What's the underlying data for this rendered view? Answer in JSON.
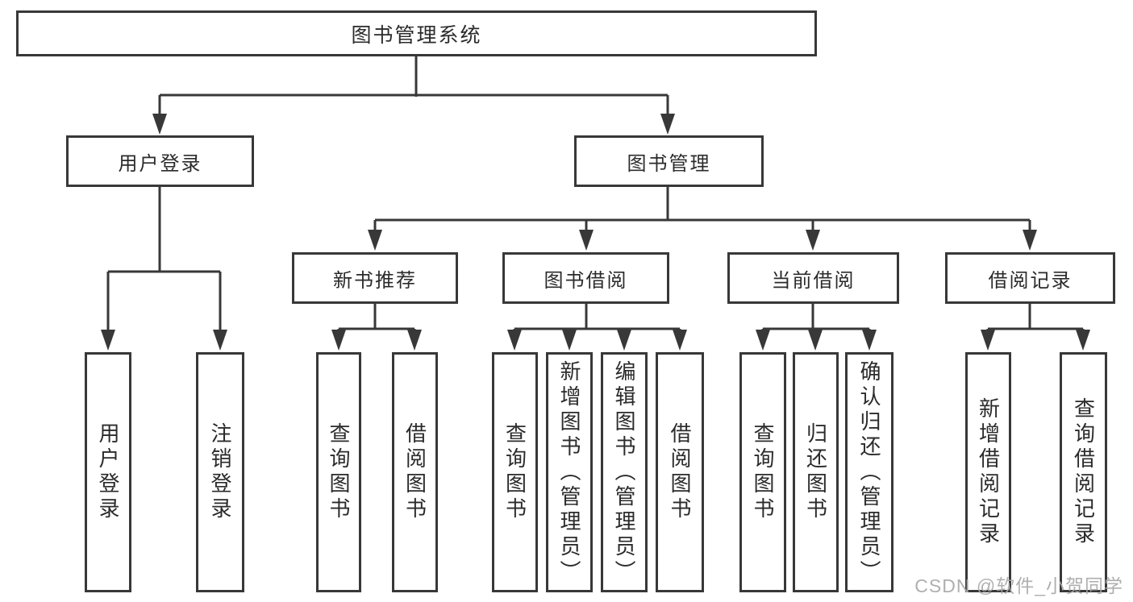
{
  "diagram_title": "图书管理系统",
  "tree": {
    "root": {
      "label": "图书管理系统"
    },
    "level2": [
      {
        "label": "用户登录"
      },
      {
        "label": "图书管理"
      }
    ],
    "level3": [
      {
        "label": "新书推荐",
        "parent": "图书管理"
      },
      {
        "label": "图书借阅",
        "parent": "图书管理"
      },
      {
        "label": "当前借阅",
        "parent": "图书管理"
      },
      {
        "label": "借阅记录",
        "parent": "图书管理"
      }
    ],
    "leaves": [
      {
        "label": "用户登录",
        "parent": "用户登录"
      },
      {
        "label": "注销登录",
        "parent": "用户登录"
      },
      {
        "label": "查询图书",
        "parent": "新书推荐"
      },
      {
        "label": "借阅图书",
        "parent": "新书推荐"
      },
      {
        "label": "查询图书",
        "parent": "图书借阅"
      },
      {
        "label": "新增图书（管理员）",
        "parent": "图书借阅"
      },
      {
        "label": "编辑图书（管理员）",
        "parent": "图书借阅"
      },
      {
        "label": "借阅图书",
        "parent": "图书借阅"
      },
      {
        "label": "查询图书",
        "parent": "当前借阅"
      },
      {
        "label": "归还图书",
        "parent": "当前借阅"
      },
      {
        "label": "确认归还（管理员）",
        "parent": "当前借阅"
      },
      {
        "label": "新增借阅记录",
        "parent": "借阅记录"
      },
      {
        "label": "查询借阅记录",
        "parent": "借阅记录"
      }
    ]
  },
  "watermark": "CSDN @软件_小贺同学",
  "colors": {
    "line": "#383838",
    "box_border": "#383838",
    "box_background": "#ffffff",
    "text": "#2b2b2b",
    "watermark": "#a8a8a8",
    "page_background": "#ffffff"
  }
}
